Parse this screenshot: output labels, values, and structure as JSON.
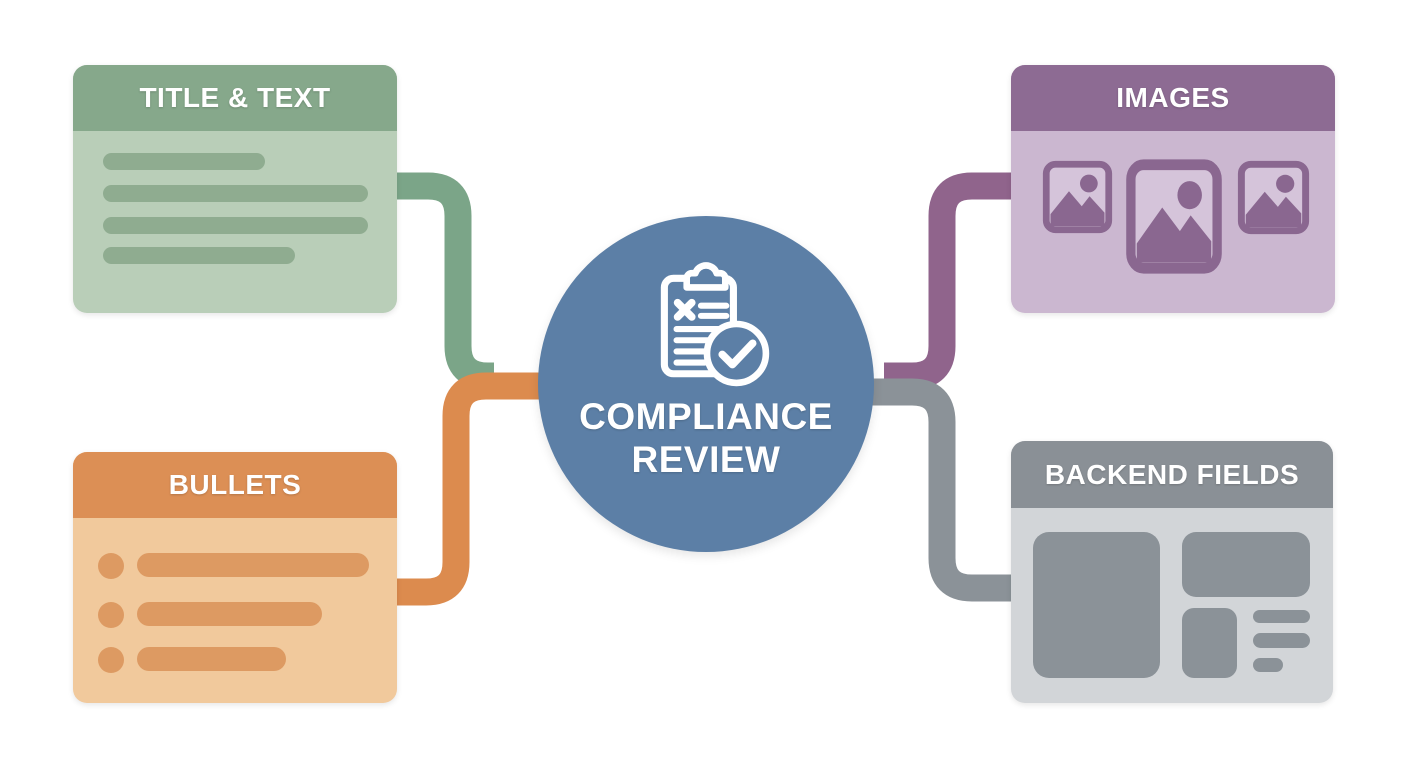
{
  "center": {
    "icon": "clipboard-check-icon",
    "label_line1": "COMPLIANCE",
    "label_line2": "REVIEW",
    "color": "#5c7fa6"
  },
  "nodes": {
    "title_text": {
      "label": "TITLE & TEXT",
      "position": "top-left",
      "header_color": "#86a88b",
      "body_color": "#b9ceb8",
      "accent_color": "#8fac90",
      "connector_color": "#7ba588",
      "placeholder_text_lines": 4
    },
    "bullets": {
      "label": "BULLETS",
      "position": "bottom-left",
      "header_color": "#dc8f55",
      "body_color": "#f1c99c",
      "accent_color": "#dd9a62",
      "connector_color": "#dc8b4e",
      "bullet_items": 3
    },
    "images": {
      "label": "IMAGES",
      "position": "top-right",
      "header_color": "#8d6b93",
      "body_color": "#cbb7d0",
      "accent_color": "#8a6790",
      "connector_color": "#90648c",
      "image_thumbnails": 3
    },
    "backend_fields": {
      "label": "BACKEND FIELDS",
      "position": "bottom-right",
      "header_color": "#8a9096",
      "body_color": "#d2d5d8",
      "accent_color": "#8b9298",
      "connector_color": "#8b9298",
      "field_blocks": 6
    }
  }
}
